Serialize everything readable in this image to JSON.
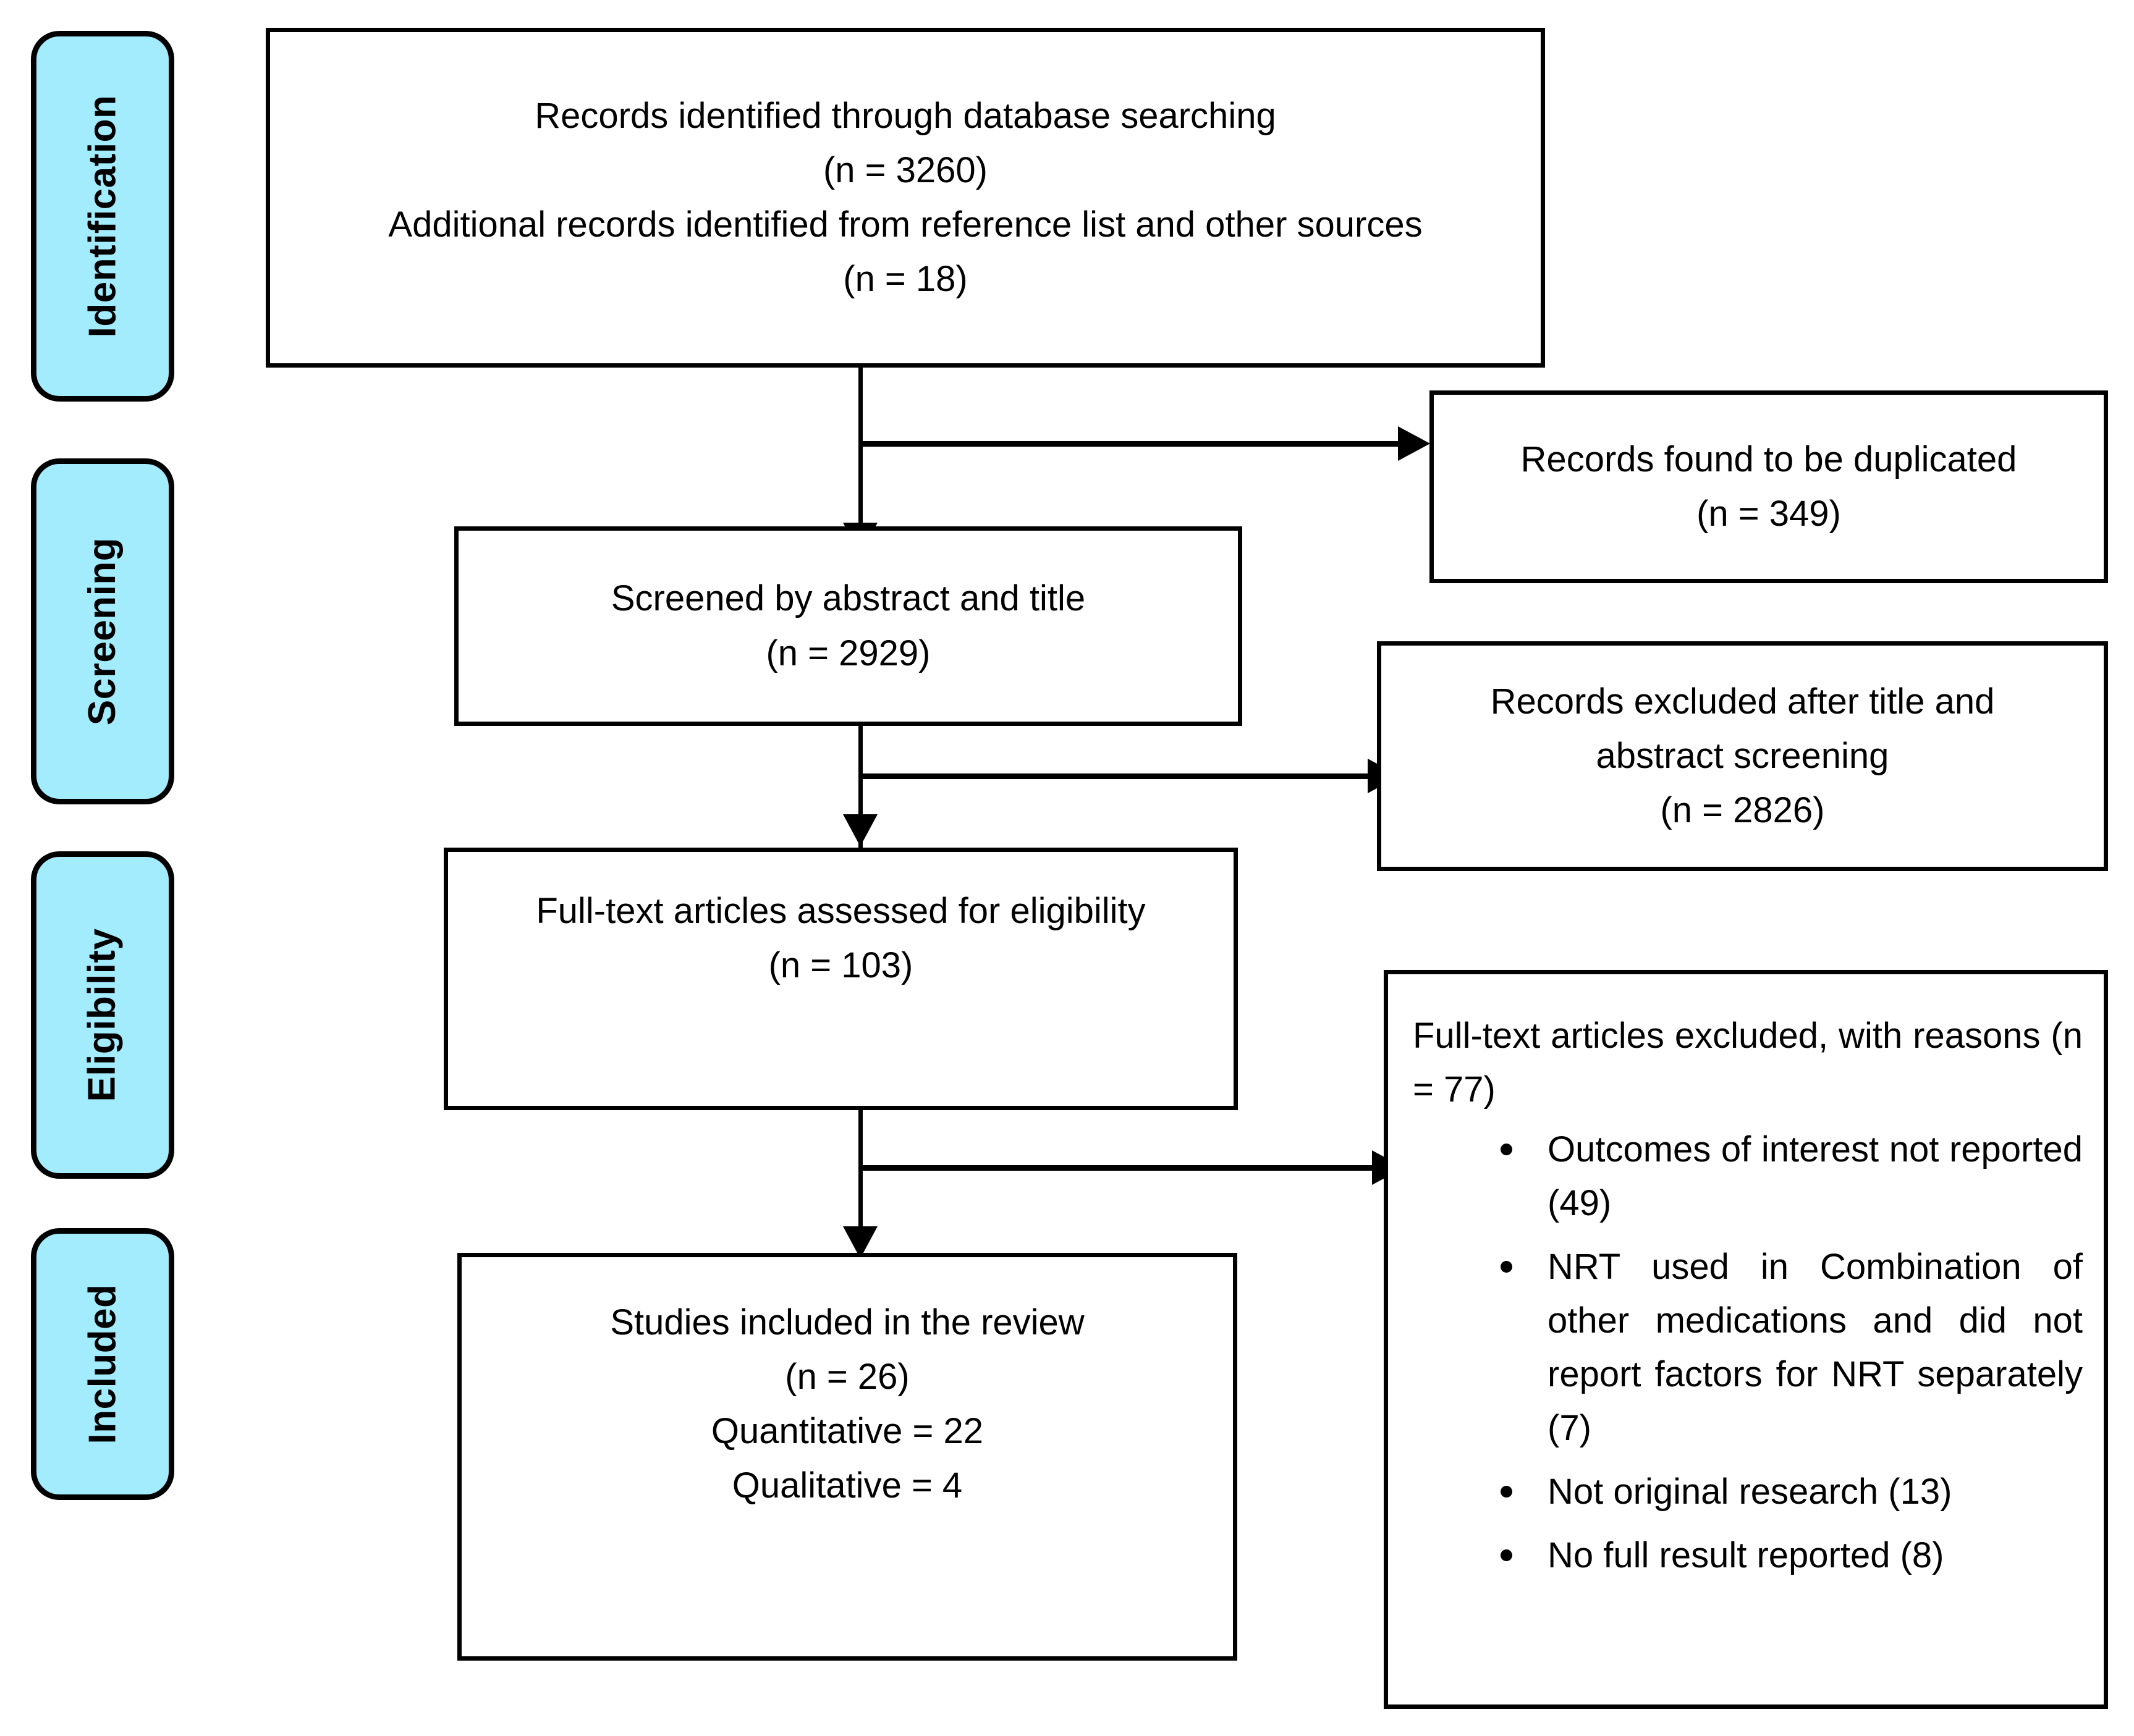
{
  "diagram": {
    "type": "PRISMA flow diagram",
    "accent_color": "#a2ecfe",
    "line_color": "#000000",
    "background": "#ffffff"
  },
  "stages": [
    {
      "label": "Identification"
    },
    {
      "label": "Screening"
    },
    {
      "label": "Eligibility"
    },
    {
      "label": "Included"
    }
  ],
  "boxes": {
    "identified": {
      "line1": "Records identified through database searching",
      "line2": "(n = 3260)",
      "line3": "Additional records identified from reference list and other sources",
      "line4": "(n = 18)"
    },
    "duplicates": {
      "line1": "Records found to be duplicated",
      "line2": "(n = 349)"
    },
    "screened": {
      "line1": "Screened by abstract and title",
      "line2": "(n = 2929)"
    },
    "excluded_screening": {
      "line1": "Records excluded after title and",
      "line2": "abstract screening",
      "line3": "(n = 2826)"
    },
    "fulltext_assessed": {
      "line1": "Full-text articles assessed for eligibility",
      "line2": "(n = 103)"
    },
    "fulltext_excluded": {
      "heading": "Full-text articles excluded, with reasons (n = 77)",
      "reasons": [
        "Outcomes of interest not reported (49)",
        "NRT used in Combination of other medications and did not report factors for NRT separately (7)",
        "Not original research (13)",
        "No full result reported (8)"
      ]
    },
    "included": {
      "line1": "Studies included in the review",
      "line2": "(n = 26)",
      "line3": "Quantitative = 22",
      "line4": "Qualitative = 4"
    }
  },
  "chart_data": {
    "type": "flow",
    "title": "PRISMA study selection flow diagram",
    "nodes": [
      {
        "id": "identified_db",
        "stage": "Identification",
        "label": "Records identified through database searching",
        "n": 3260
      },
      {
        "id": "identified_other",
        "stage": "Identification",
        "label": "Additional records identified from reference list and other sources",
        "n": 18
      },
      {
        "id": "duplicates",
        "stage": "Identification",
        "label": "Records found to be duplicated",
        "n": 349
      },
      {
        "id": "screened",
        "stage": "Screening",
        "label": "Screened by abstract and title",
        "n": 2929
      },
      {
        "id": "excluded_screening",
        "stage": "Screening",
        "label": "Records excluded after title and abstract screening",
        "n": 2826
      },
      {
        "id": "fulltext_assessed",
        "stage": "Eligibility",
        "label": "Full-text articles assessed for eligibility",
        "n": 103
      },
      {
        "id": "fulltext_excluded",
        "stage": "Eligibility",
        "label": "Full-text articles excluded, with reasons",
        "n": 77
      },
      {
        "id": "included",
        "stage": "Included",
        "label": "Studies included in the review",
        "n": 26
      }
    ],
    "exclusion_reasons": [
      {
        "reason": "Outcomes of interest not reported",
        "n": 49
      },
      {
        "reason": "NRT used in Combination of other medications and did not report factors for NRT separately",
        "n": 7
      },
      {
        "reason": "Not original research",
        "n": 13
      },
      {
        "reason": "No full result reported",
        "n": 8
      }
    ],
    "included_breakdown": [
      {
        "design": "Quantitative",
        "n": 22
      },
      {
        "design": "Qualitative",
        "n": 4
      }
    ],
    "edges": [
      {
        "from": "identified_db",
        "to": "duplicates"
      },
      {
        "from": "identified_db",
        "to": "screened"
      },
      {
        "from": "screened",
        "to": "excluded_screening"
      },
      {
        "from": "screened",
        "to": "fulltext_assessed"
      },
      {
        "from": "fulltext_assessed",
        "to": "fulltext_excluded"
      },
      {
        "from": "fulltext_assessed",
        "to": "included"
      }
    ]
  }
}
